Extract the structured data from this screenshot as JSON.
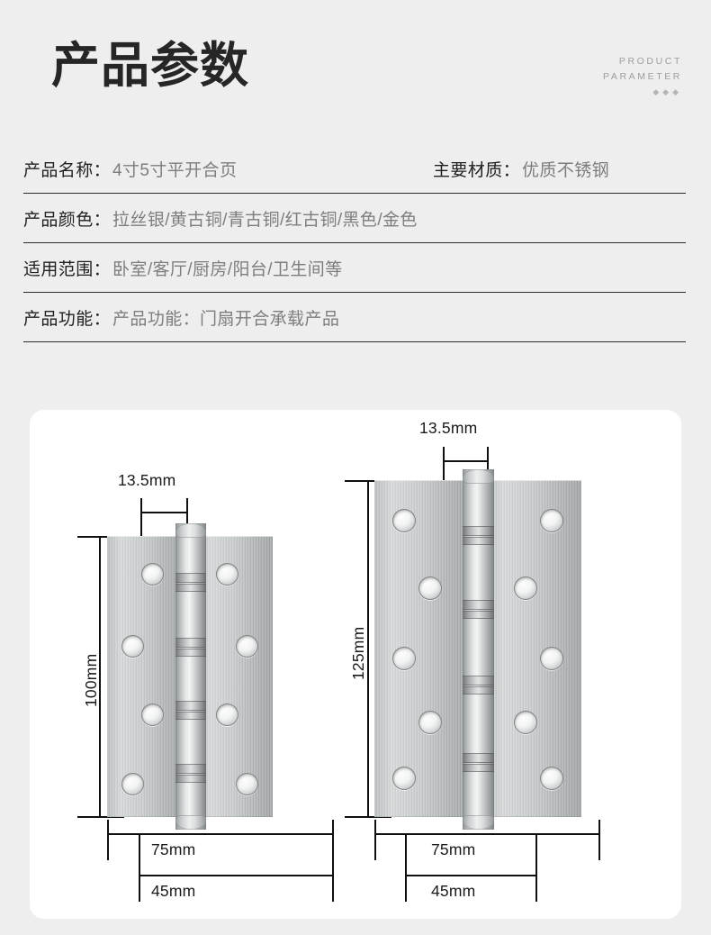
{
  "header": {
    "title": "产品参数",
    "en_line1": "PRODUCT",
    "en_line2": "PARAMETER",
    "diamonds": "◆◆◆"
  },
  "spec_rows": [
    {
      "label": "产品名称：",
      "value": "4寸5寸平开合页",
      "label2": "主要材质：",
      "value2": "优质不锈钢"
    },
    {
      "label": "产品颜色：",
      "value": "拉丝银/黄古铜/青古铜/红古铜/黑色/金色"
    },
    {
      "label": "适用范围：",
      "value": "卧室/客厅/厨房/阳台/卫生间等"
    },
    {
      "label": "产品功能：",
      "value": "产品功能：门扇开合承载产品"
    }
  ],
  "diagrams": {
    "left": {
      "top_dim": "13.5mm",
      "height_dim": "100mm",
      "bottom_dim_outer": "75mm",
      "bottom_dim_inner": "45mm"
    },
    "right": {
      "top_dim": "13.5mm",
      "height_dim": "125mm",
      "bottom_dim_outer": "75mm",
      "bottom_dim_inner": "45mm"
    }
  },
  "colors": {
    "page_bg": "#efeeee",
    "card_bg": "#ffffff",
    "title": "#262626",
    "label": "#1f1f1f",
    "value": "#7d7d7d",
    "rule": "#2b2b2b",
    "en_text": "#9e9e9e"
  }
}
